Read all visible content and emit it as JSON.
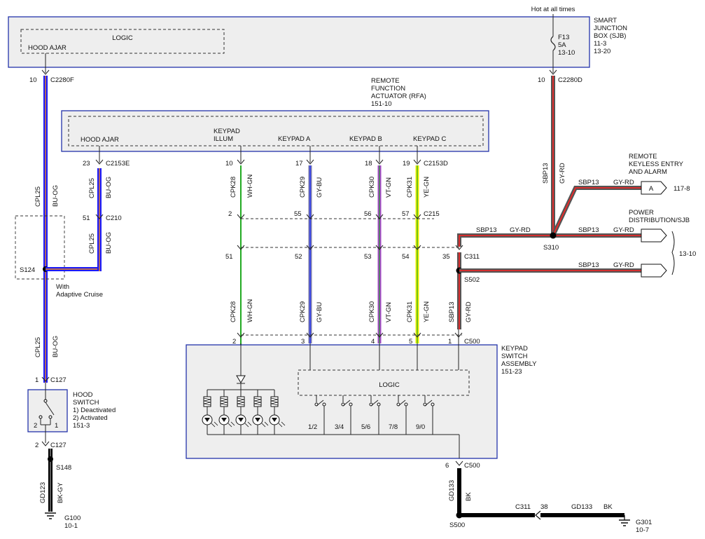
{
  "sjb": {
    "hot_label": "Hot at all times",
    "logic": "LOGIC",
    "hood_ajar": "HOOD AJAR",
    "name": [
      "SMART",
      "JUNCTION",
      "BOX (SJB)",
      "11-3",
      "13-20"
    ],
    "fuse": [
      "F13",
      "5A",
      "13-10"
    ],
    "pin_left": "10",
    "conn_left": "C2280F",
    "pin_right": "10",
    "conn_right": "C2280D"
  },
  "rfa": {
    "name": [
      "REMOTE",
      "FUNCTION",
      "ACTUATOR (RFA)",
      "151-10"
    ],
    "labels": {
      "hood_ajar": "HOOD AJAR",
      "keypad_illum": [
        "KEYPAD",
        "ILLUM"
      ],
      "keypad_a": "KEYPAD A",
      "keypad_b": "KEYPAD B",
      "keypad_c": "KEYPAD C"
    },
    "pin_hood": "23",
    "conn_hood": "C2153E",
    "pin_illum": "10",
    "pin_a": "17",
    "pin_b": "18",
    "pin_c": "19",
    "conn_keypad": "C2153D"
  },
  "wires": {
    "cpl25": "CPL25",
    "bu_og": "BU-OG",
    "cpk28": "CPK28",
    "wh_gn": "WH-GN",
    "cpk29": "CPK29",
    "gy_bu": "GY-BU",
    "cpk30": "CPK30",
    "vt_gn": "VT-GN",
    "cpk31": "CPK31",
    "ye_gn": "YE-GN",
    "sbp13": "SBP13",
    "gy_rd": "GY-RD",
    "gd123": "GD123",
    "bk_gy": "BK-GY",
    "gd133": "GD133",
    "bk": "BK"
  },
  "colors": {
    "bu_og": "#1a1aff",
    "bu_og_stripe": "#f08a1c",
    "gy_rd": "#555555",
    "gy_rd_stripe": "#ff2222",
    "wh_gn": "#22aa22",
    "gy_bu": "#7777aa",
    "gy_bu_stripe": "#2233ff",
    "vt_gn": "#aa44cc",
    "ye_gn": "#eeee00",
    "ye_gn_stripe": "#22aa22",
    "bk": "#000000",
    "module_border": "#2233aa",
    "module_fill": "#eeeeee"
  },
  "connectors": {
    "c210": {
      "pin": "51",
      "name": "C210"
    },
    "c215": {
      "pin_illum": "2",
      "pin_a": "55",
      "pin_b": "56",
      "pin_c": "57",
      "name": "C215"
    },
    "c311": {
      "pin_illum": "51",
      "pin_a": "52",
      "pin_b": "53",
      "pin_c": "54",
      "pin_sbp": "35",
      "name": "C311"
    },
    "c500": {
      "pin_illum": "2",
      "pin_a": "3",
      "pin_b": "4",
      "pin_c": "5",
      "pin_sbp": "1",
      "name": "C500"
    },
    "c500_gnd": {
      "pin": "6",
      "name": "C500"
    },
    "c127_top": {
      "pin": "1",
      "name": "C127"
    },
    "c127_bot": {
      "pin": "2",
      "name": "C127"
    },
    "c311_gnd": {
      "name": "C311",
      "pin": "38"
    }
  },
  "splices": {
    "s124": "S124",
    "s124_note": [
      "With",
      "Adaptive Cruise"
    ],
    "s310": "S310",
    "s502": "S502",
    "s148": "S148",
    "s500": "S500"
  },
  "rke": {
    "name": [
      "REMOTE",
      "KEYLESS ENTRY",
      "AND ALARM"
    ],
    "connector": "A",
    "ref": "117-8"
  },
  "power_dist": {
    "name": [
      "POWER",
      "DISTRIBUTION/SJB"
    ],
    "ref": "13-10"
  },
  "hood_switch": {
    "name": [
      "HOOD",
      "SWITCH",
      "1) Deactivated",
      "2) Activated",
      "151-3"
    ],
    "pin2": "2",
    "pin1": "1"
  },
  "keypad_switch": {
    "name": [
      "KEYPAD",
      "SWITCH",
      "ASSEMBLY",
      "151-23"
    ],
    "logic": "LOGIC",
    "buttons": [
      "1/2",
      "3/4",
      "5/6",
      "7/8",
      "9/0"
    ]
  },
  "grounds": {
    "g100": [
      "G100",
      "10-1"
    ],
    "g301": [
      "G301",
      "10-7"
    ]
  }
}
